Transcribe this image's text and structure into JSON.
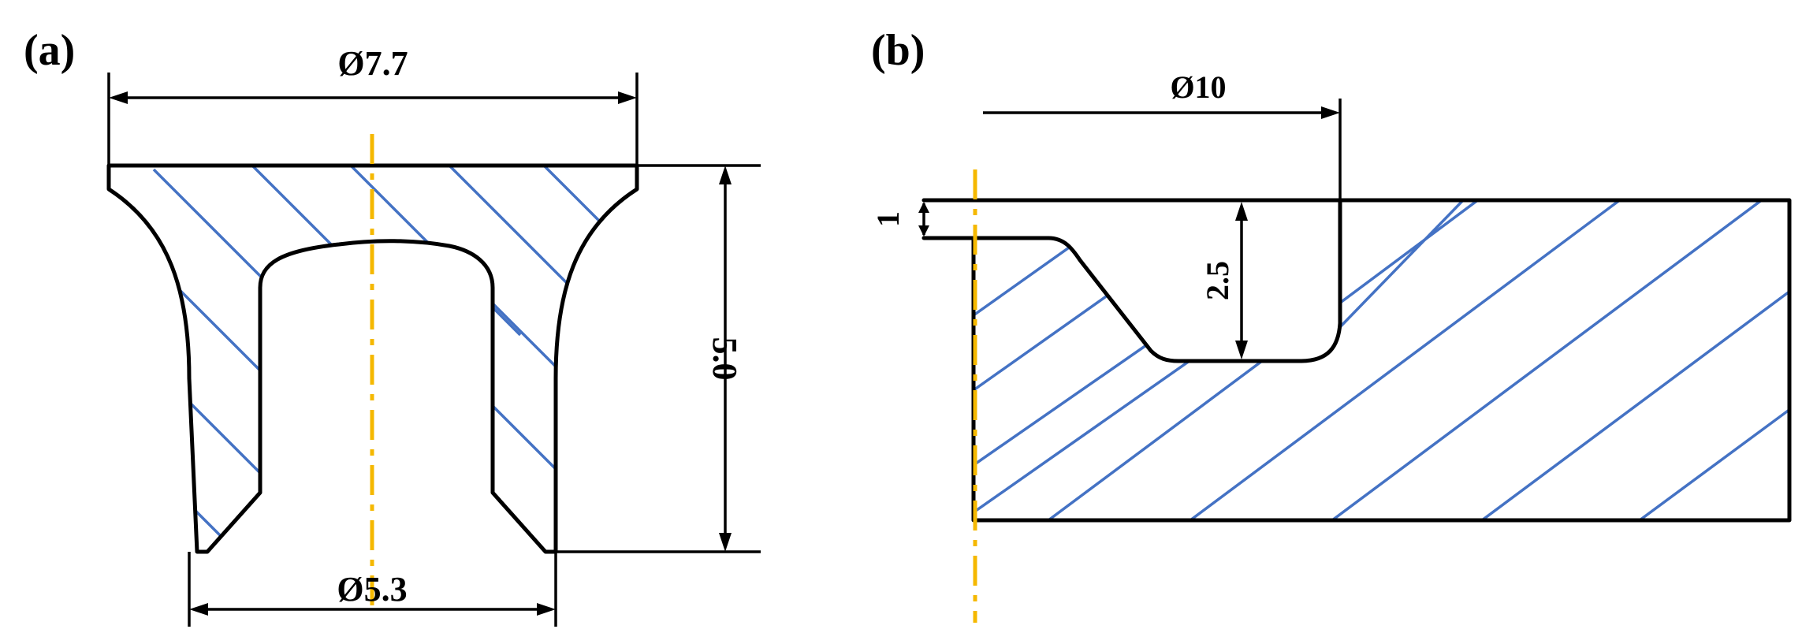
{
  "panels": {
    "a": {
      "label": "(a)",
      "dimensions": {
        "top_diameter": "Ø7.7",
        "bottom_diameter": "Ø5.3",
        "height": "5.0"
      }
    },
    "b": {
      "label": "(b)",
      "dimensions": {
        "outer_diameter": "Ø10",
        "step_depth": "1",
        "cavity_depth": "2.5"
      }
    }
  },
  "colors": {
    "outline": "#000000",
    "hatching": "#4472c4",
    "center_axis": "#f5b800"
  }
}
